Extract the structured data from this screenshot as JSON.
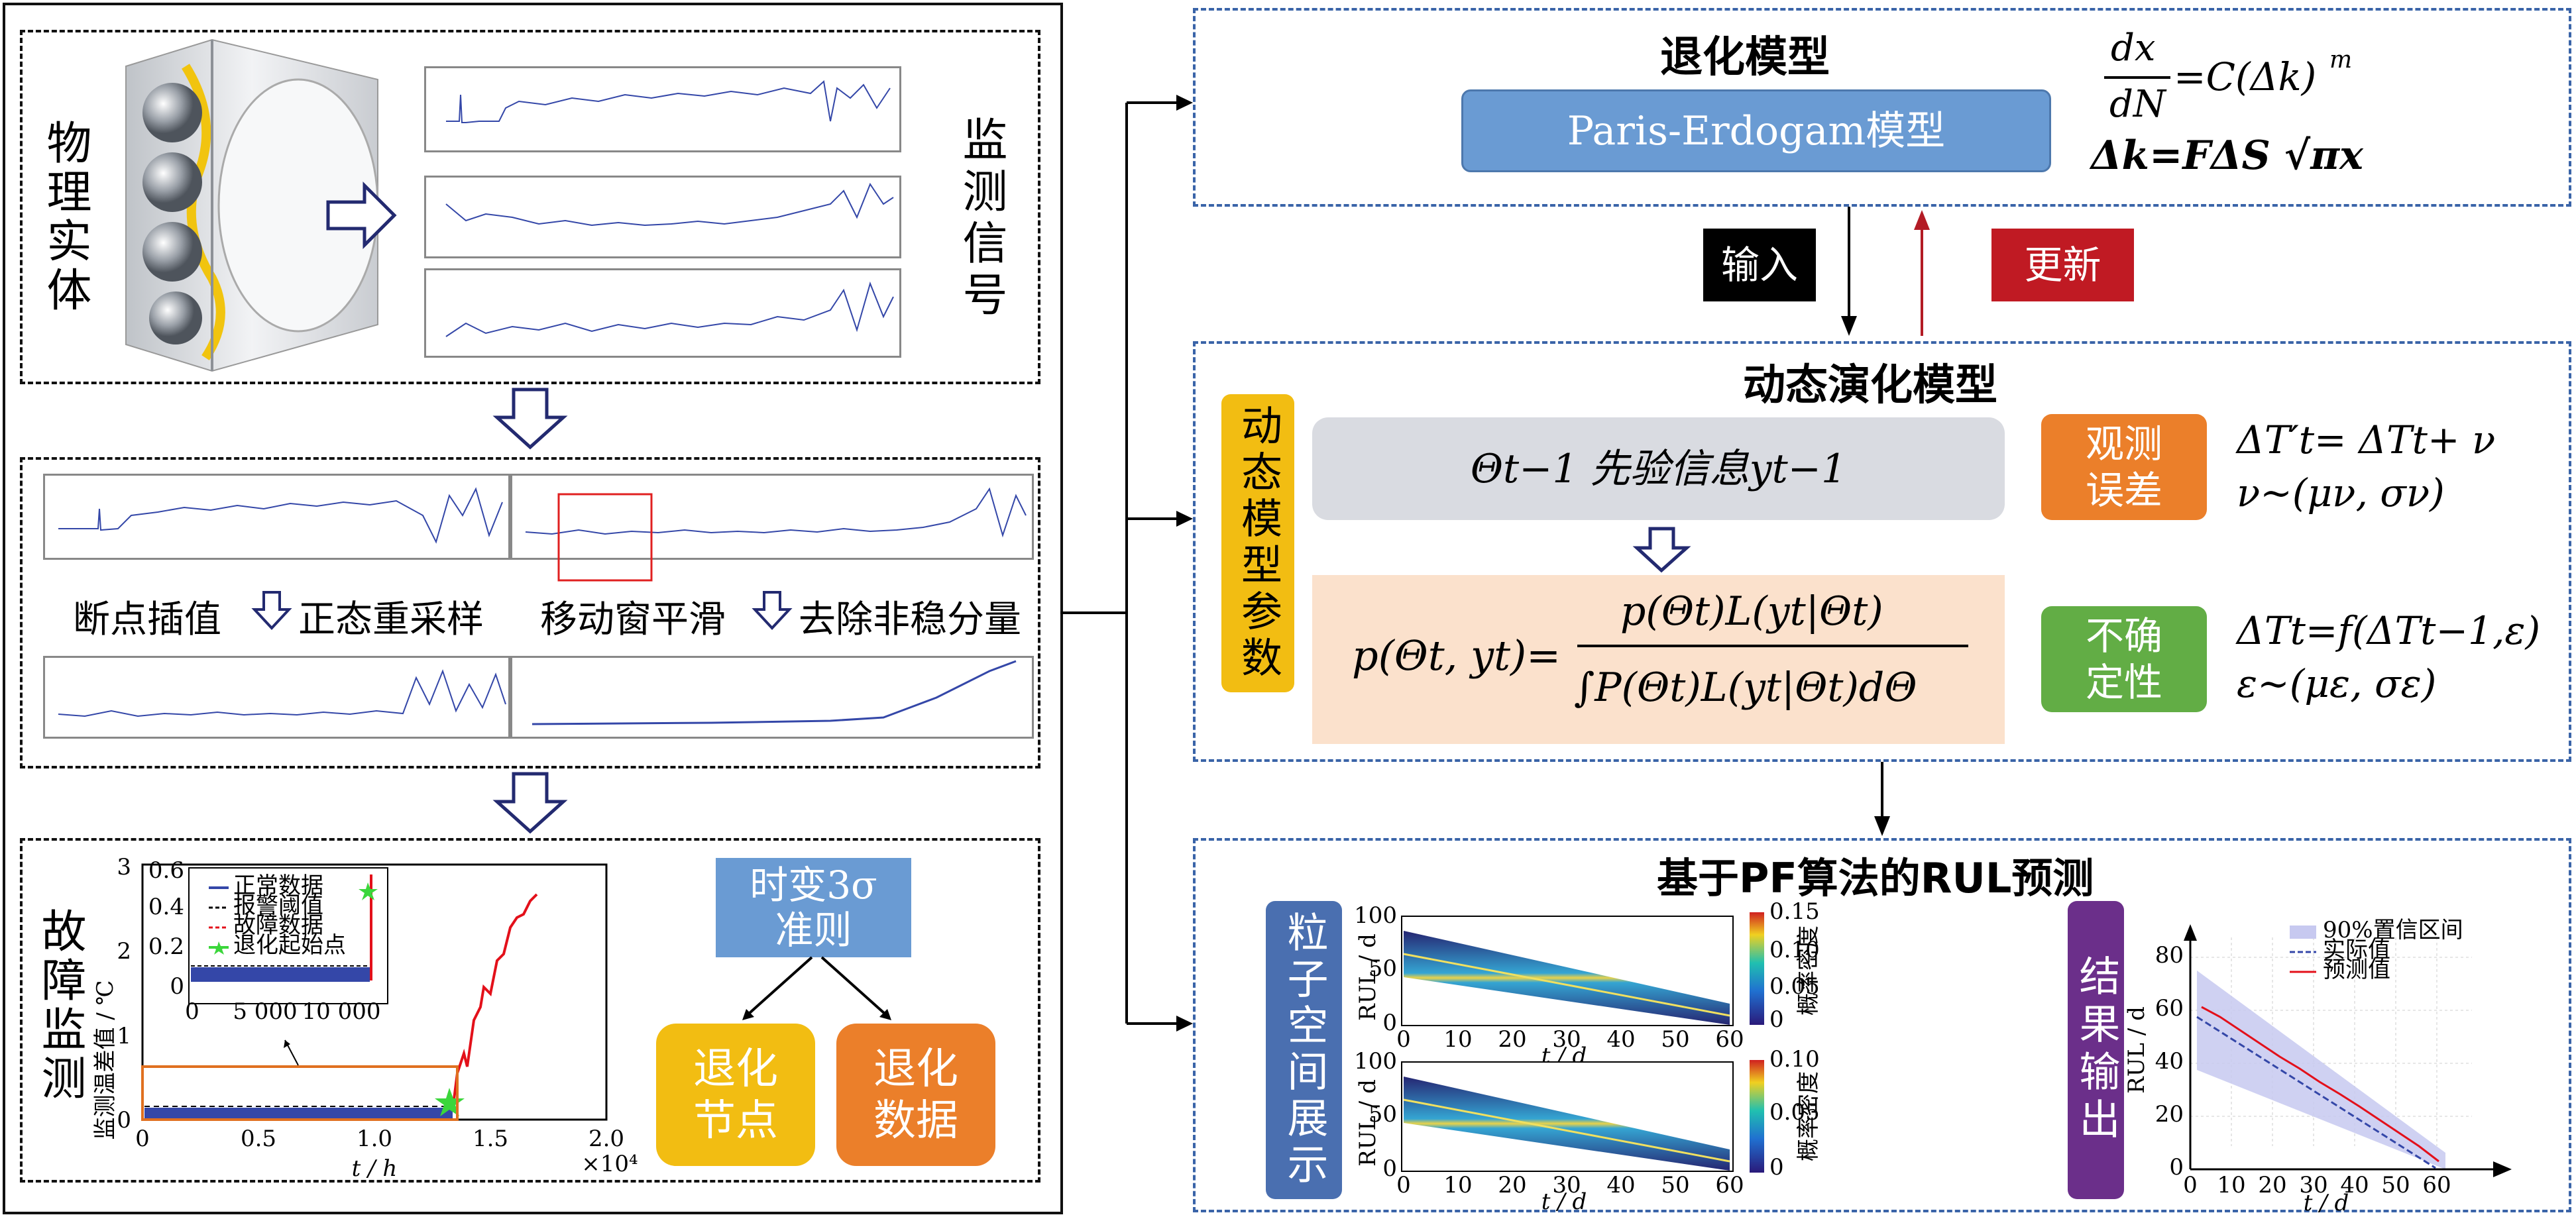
{
  "left": {
    "physical_entity_label": "物理实体",
    "monitoring_signal_label": "监测信号",
    "step1_label": "断点插值",
    "step2_label": "正态重采样",
    "step3_label": "移动窗平滑",
    "step4_label": "去除非稳分量",
    "fault_monitoring_label": "故障监测",
    "threshold_rule_line1": "时变3σ",
    "threshold_rule_line2": "准则",
    "degradation_node": "退化节点",
    "degradation_data": "退化数据"
  },
  "fault_chart": {
    "ylabel": "监测温差值 / ℃",
    "xlabel": "t / h",
    "x_exponent": "×10⁴",
    "y_ticks": [
      "0",
      "1",
      "2",
      "3"
    ],
    "x_ticks": [
      "0",
      "0.5",
      "1.0",
      "1.5",
      "2.0"
    ],
    "inset_y_ticks": [
      "0",
      "0.2",
      "0.4",
      "0.6"
    ],
    "inset_x_ticks": [
      "0",
      "5 000",
      "10 000"
    ],
    "legend": [
      "正常数据",
      "报警阈值",
      "故障数据",
      "退化起始点"
    ]
  },
  "degradation_model": {
    "title": "退化模型",
    "model_name": "Paris-Erdogam模型",
    "eq1_lhs_num": "dx",
    "eq1_lhs_den": "dN",
    "eq1_rhs": "=C(Δk)",
    "eq1_exp": "m",
    "eq2": "Δk=FΔS √πx"
  },
  "arrows": {
    "input_label": "输入",
    "update_label": "更新"
  },
  "dynamic_model": {
    "title": "动态演化模型",
    "params_label": "动态模型参数",
    "prior_text": "Θt−1 先验信息yt−1",
    "posterior_lhs": "p(Θt, yt)=",
    "posterior_num": "p(Θt)L(yt|Θt)",
    "posterior_den": "∫P(Θt)L(yt|Θt)dΘ",
    "obs_error_label": "观测误差",
    "obs_eq1": "ΔT′t= ΔTt+ ν",
    "obs_eq2": "ν~(μν, σν)",
    "uncertainty_label": "不确定性",
    "unc_eq1": "ΔTt=f(ΔTt−1,ε)",
    "unc_eq2": "ε~(με, σε)"
  },
  "rul": {
    "title": "基于PF算法的RUL预测",
    "particle_label": "粒子空间展示",
    "result_label": "结果输出",
    "heat_ylabel": "RUL / d",
    "heat_xlabel": "t / d",
    "heat_x_ticks": [
      "0",
      "10",
      "20",
      "30",
      "40",
      "50",
      "60"
    ],
    "heat_y_ticks": [
      "0",
      "50",
      "100"
    ],
    "colorbar1_ticks": [
      "0.15",
      "0.10",
      "0.05",
      "0"
    ],
    "colorbar2_ticks": [
      "0.10",
      "0.05",
      "0"
    ],
    "colorbar_label": "概率密度",
    "result_ylabel": "RUL / d",
    "result_xlabel": "t / d",
    "result_y_ticks": [
      "0",
      "20",
      "40",
      "60",
      "80"
    ],
    "result_x_ticks": [
      "0",
      "10",
      "20",
      "30",
      "40",
      "50",
      "60"
    ],
    "result_legend": [
      "90%置信区间",
      "实际值",
      "预测值"
    ]
  },
  "colors": {
    "blue_box": "#6a9bd3",
    "dashed_blue": "#3a64a8",
    "gray_box": "#d9dbe1",
    "peach_box": "#fbe1cc",
    "yellow": "#f2bd12",
    "orange": "#eb7f2a",
    "green": "#62ad45",
    "purple": "#6b2f8a",
    "black_label": "#000000",
    "red_label": "#c01a23",
    "signal_blue": "#3447a8"
  }
}
